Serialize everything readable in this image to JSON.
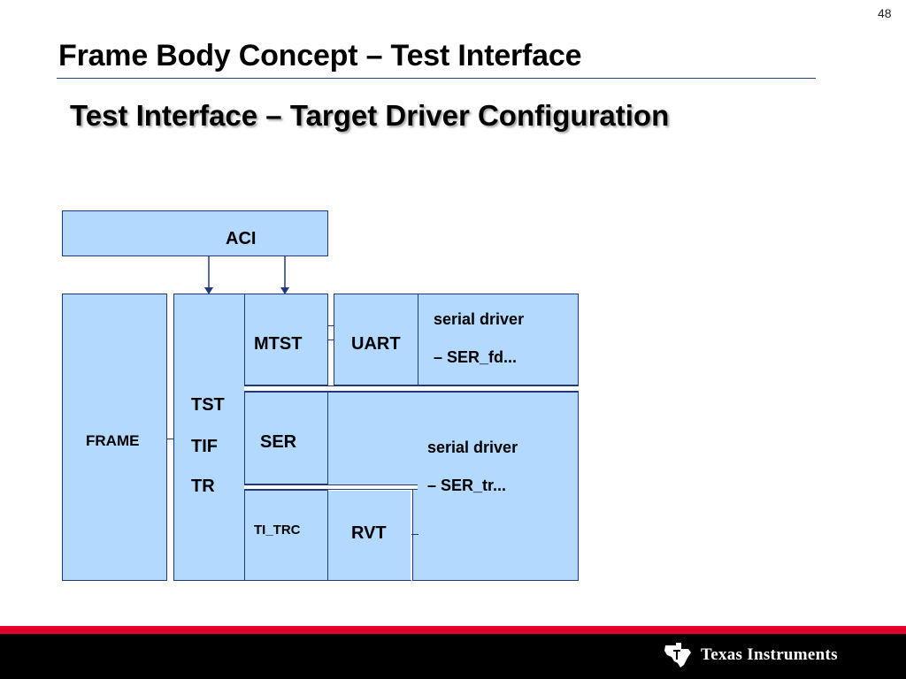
{
  "slide": {
    "page_number": "48",
    "title": "Frame Body Concept – Test Interface",
    "subtitle": "Test Interface – Target Driver Configuration"
  },
  "diagram": {
    "aci": "ACI",
    "frame": "FRAME",
    "tst": "TST",
    "tif": "TIF",
    "tr": "TR",
    "mtst": "MTST",
    "uart": "UART",
    "serial_fd_line1": "serial driver",
    "serial_fd_line2": "– SER_fd...",
    "ser": "SER",
    "serial_tr_line1": "serial driver",
    "serial_tr_line2": "– SER_tr...",
    "ti_trc": "TI_TRC",
    "rvt": "RVT"
  },
  "footer": {
    "logo_text": "Texas Instruments"
  },
  "colors": {
    "box_fill": "#b3d9ff",
    "box_border": "#1f3a7a",
    "footer_red": "#e4002b",
    "footer_black": "#000000"
  }
}
